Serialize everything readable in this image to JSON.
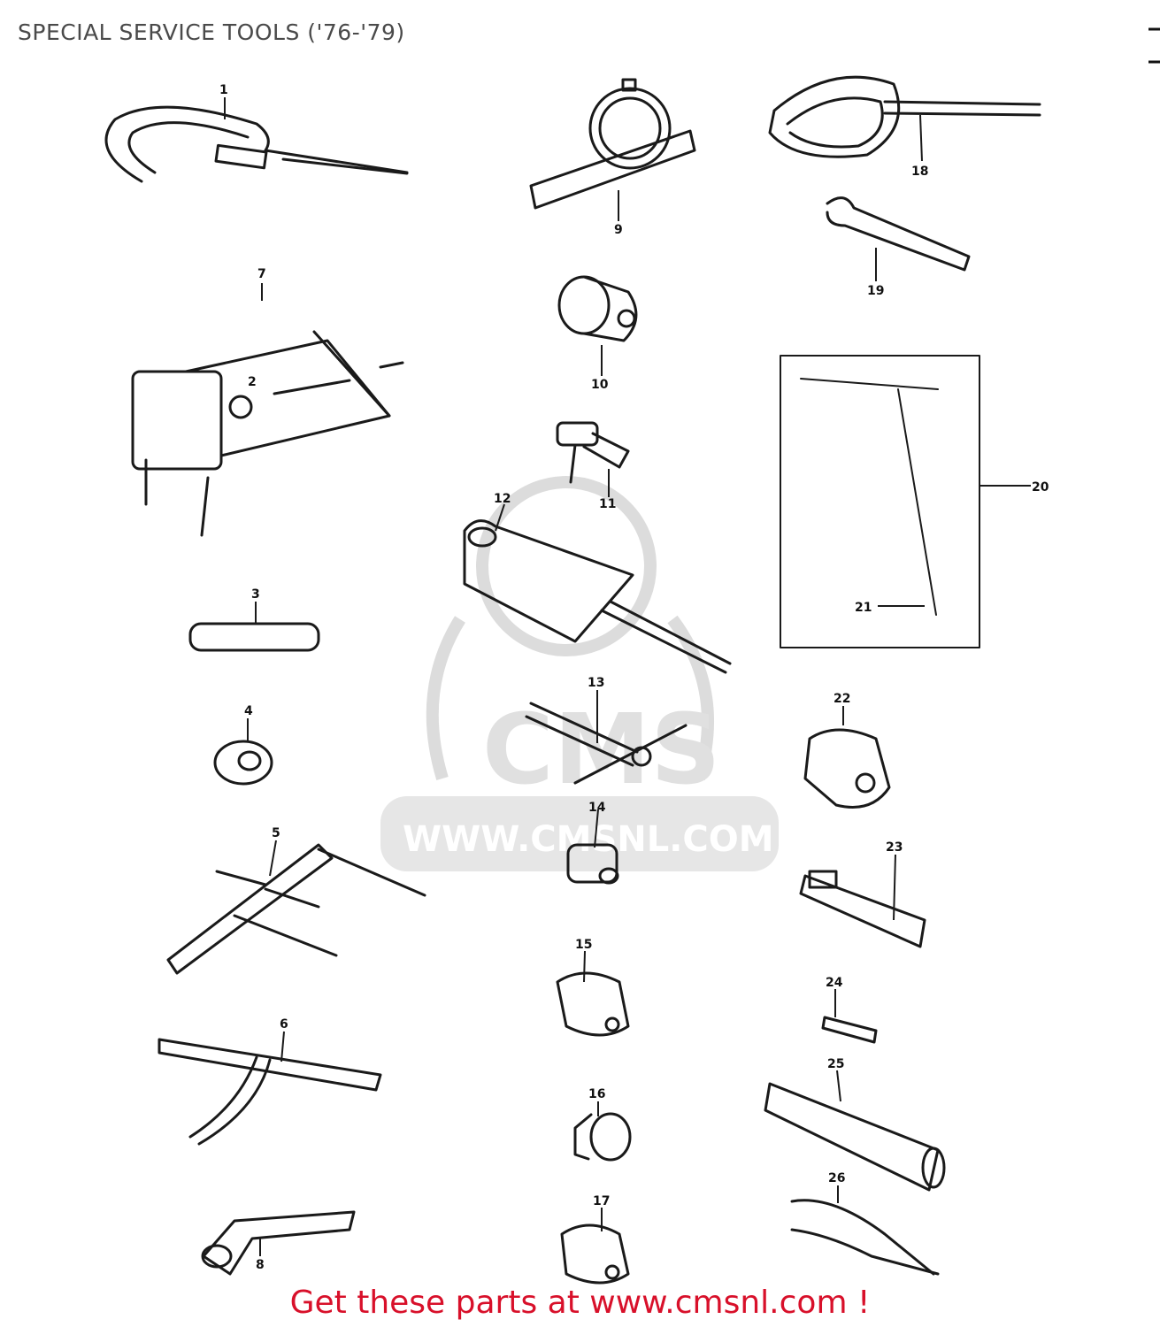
{
  "page": {
    "title": "SPECIAL SERVICE TOOLS ('76-'79)",
    "footer_link": "Get these parts at www.cmsnl.com !"
  },
  "watermark": {
    "logo_text": "CMS",
    "url_text": "WWW.CMSNL.COM"
  },
  "parts": [
    {
      "ref": "1"
    },
    {
      "ref": "2"
    },
    {
      "ref": "3"
    },
    {
      "ref": "4"
    },
    {
      "ref": "5"
    },
    {
      "ref": "6"
    },
    {
      "ref": "7"
    },
    {
      "ref": "8"
    },
    {
      "ref": "9"
    },
    {
      "ref": "10"
    },
    {
      "ref": "11"
    },
    {
      "ref": "12"
    },
    {
      "ref": "13"
    },
    {
      "ref": "14"
    },
    {
      "ref": "15"
    },
    {
      "ref": "16"
    },
    {
      "ref": "17"
    },
    {
      "ref": "18"
    },
    {
      "ref": "19"
    },
    {
      "ref": "20"
    },
    {
      "ref": "21"
    },
    {
      "ref": "22"
    },
    {
      "ref": "23"
    },
    {
      "ref": "24"
    },
    {
      "ref": "25"
    },
    {
      "ref": "26"
    }
  ],
  "colors": {
    "line_art": "#1a1a1a",
    "watermark": "#d9d9d9",
    "footer_link": "#d8102a",
    "title": "#4a4a4a"
  }
}
